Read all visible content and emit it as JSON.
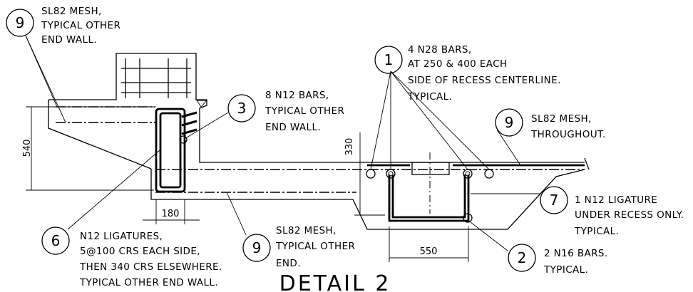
{
  "title": "DETAIL 2",
  "callouts": [
    {
      "number": "9",
      "lines": [
        "SL82 MESH,",
        "TYPICAL OTHER",
        "END WALL."
      ]
    },
    {
      "number": "3",
      "lines": [
        "8 N12 BARS,",
        "TYPICAL OTHER",
        "END WALL."
      ]
    },
    {
      "number": "1",
      "lines": [
        "4 N28 BARS,",
        "AT 250 & 400 EACH",
        "SIDE OF RECESS CENTERLINE.",
        "TYPICAL."
      ]
    },
    {
      "number": "9",
      "lines": [
        "SL82 MESH,",
        "THROUGHOUT."
      ]
    },
    {
      "number": "7",
      "lines": [
        "1 N12 LIGATURE",
        "UNDER RECESS ONLY.",
        "TYPICAL."
      ]
    },
    {
      "number": "2",
      "lines": [
        "2 N16 BARS.",
        "TYPICAL."
      ]
    },
    {
      "number": "9",
      "lines": [
        "SL82 MESH,",
        "TYPICAL OTHER",
        "END."
      ]
    },
    {
      "number": "6",
      "lines": [
        "N12 LIGATURES,",
        "5@100 CRS EACH SIDE,",
        "THEN 340 CRS ELSEWHERE.",
        "TYPICAL OTHER END WALL."
      ]
    }
  ],
  "dimensions": {
    "height_left": "540",
    "height_mid": "330",
    "width_ligature": "180",
    "width_recess": "550"
  }
}
